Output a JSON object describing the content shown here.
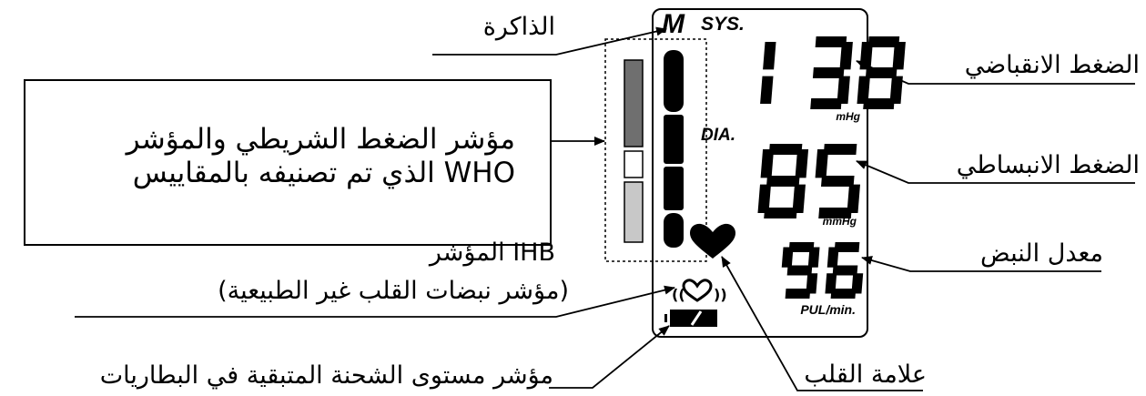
{
  "labels": {
    "memory": "الذاكرة",
    "bar_indicator_line1": "مؤشر الضغط الشريطي والمؤشر",
    "bar_indicator_line2": "الذي تم تصنيفه بالمقاييس WHO",
    "ihb_line1": "المؤشر IHB",
    "ihb_line2": "(مؤشر نبضات القلب غير الطبيعية)",
    "battery": "مؤشر مستوى الشحنة المتبقية في البطاريات",
    "systolic": "الضغط الانقباضي",
    "diastolic": "الضغط الانبساطي",
    "pulse_rate": "معدل النبض",
    "heart_symbol": "علامة القلب"
  },
  "display": {
    "memory_letter": "M",
    "sys_label": "SYS.",
    "dia_label": "DIA.",
    "systolic_value": "138",
    "systolic_unit": "mHg",
    "diastolic_value": "85",
    "diastolic_unit": "mmHg",
    "pulse_value": "96",
    "pulse_unit": "PUL/min."
  },
  "colors": {
    "bar_dark": "#6f6f6f",
    "bar_light": "#c8c8c8"
  }
}
